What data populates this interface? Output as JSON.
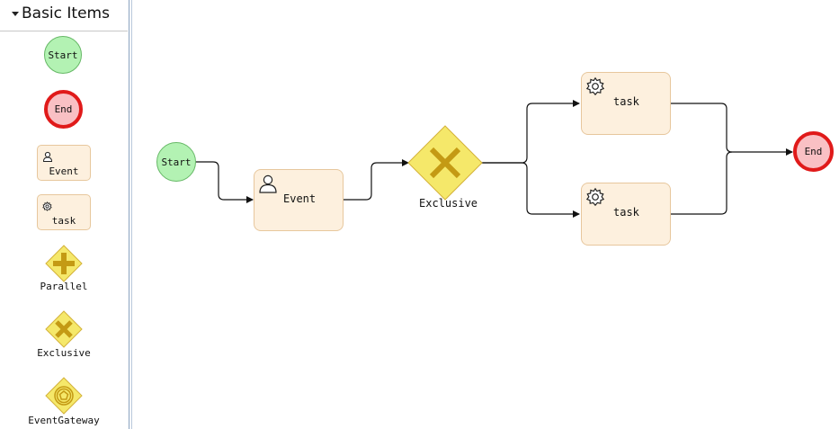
{
  "palette": {
    "title": "Basic Items",
    "items": [
      {
        "label": "Start",
        "icon": "start-event-circle"
      },
      {
        "label": "End",
        "icon": "end-event-circle"
      },
      {
        "label": "Event",
        "icon": "user-icon"
      },
      {
        "label": "task",
        "icon": "gear-icon"
      },
      {
        "label": "Parallel",
        "icon": "parallel-gateway-icon"
      },
      {
        "label": "Exclusive",
        "icon": "exclusive-gateway-icon"
      },
      {
        "label": "EventGateway",
        "icon": "event-gateway-icon"
      }
    ]
  },
  "diagram": {
    "start_label": "Start",
    "event_task_label": "Event",
    "gateway_label": "Exclusive",
    "task_top_label": "task",
    "task_bottom_label": "task",
    "end_label": "End"
  },
  "colors": {
    "start_fill": "#b3f2b3",
    "end_fill": "#f9c0c4",
    "end_stroke": "#e01a1a",
    "task_fill": "#fdf0de",
    "gateway_fill": "#f5e86a",
    "gateway_mark": "#c49a14"
  }
}
